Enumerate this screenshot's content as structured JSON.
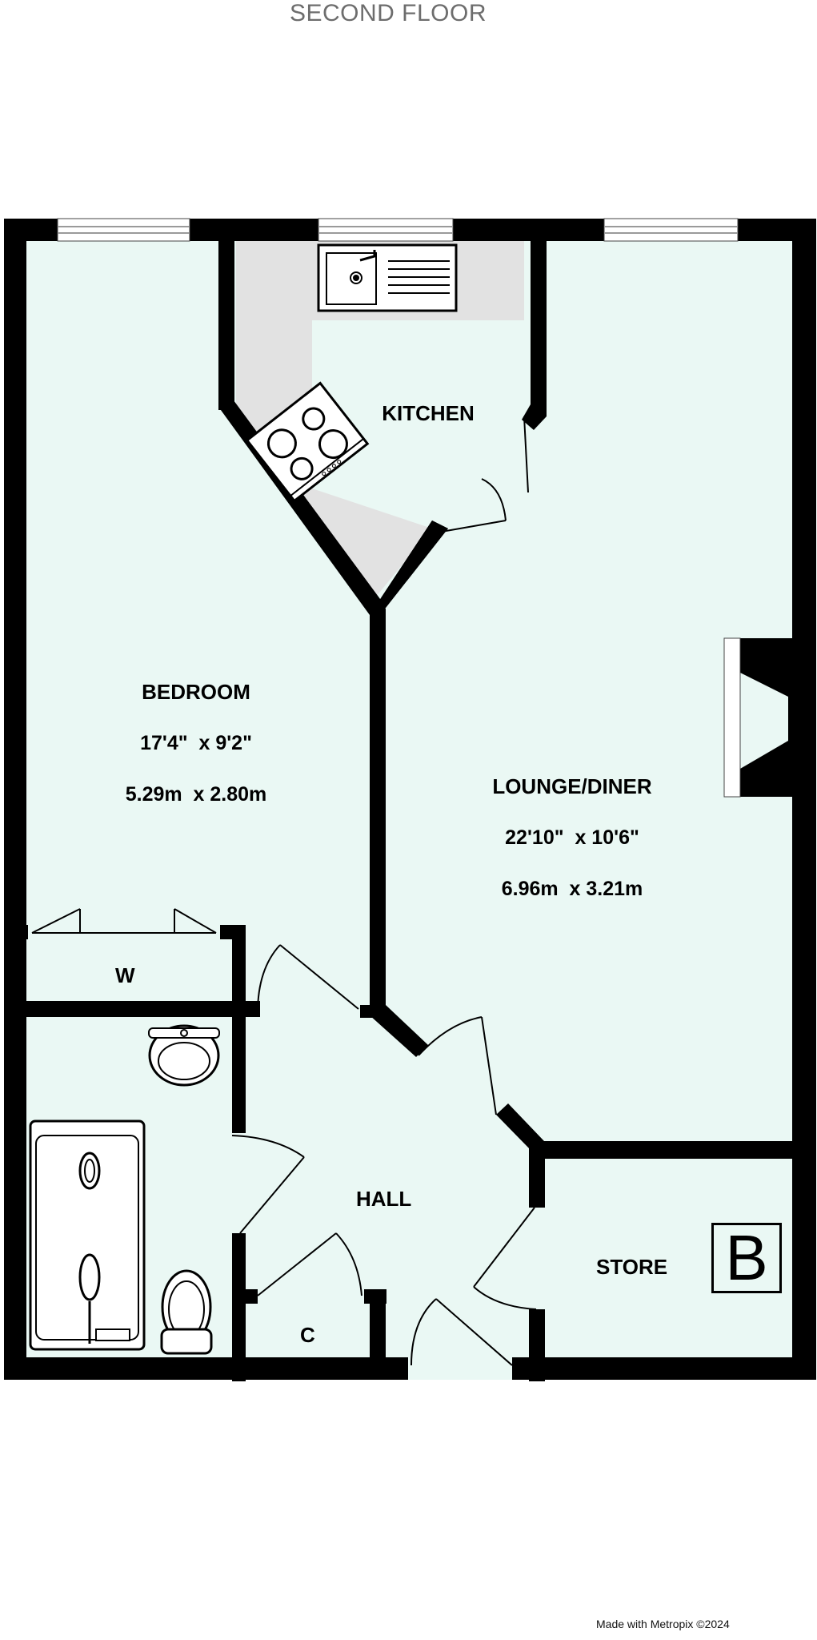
{
  "floor_title": "SECOND FLOOR",
  "rooms": {
    "kitchen": {
      "name": "KITCHEN"
    },
    "bedroom": {
      "name": "BEDROOM",
      "imperial": "17'4\"  x 9'2\"",
      "metric": "5.29m  x 2.80m"
    },
    "lounge": {
      "name": "LOUNGE/DINER",
      "imperial": "22'10\"  x 10'6\"",
      "metric": "6.96m  x 3.21m"
    },
    "wardrobe": {
      "name": "W"
    },
    "hall": {
      "name": "HALL"
    },
    "store": {
      "name": "STORE"
    },
    "cupboard": {
      "name": "C"
    }
  },
  "boiler_symbol": "B",
  "credit": "Made with Metropix ©2024",
  "colors": {
    "wall": "#000000",
    "floor": "#eaf8f4",
    "worktop": "#e2e2e2",
    "title": "#6d6d6d"
  }
}
